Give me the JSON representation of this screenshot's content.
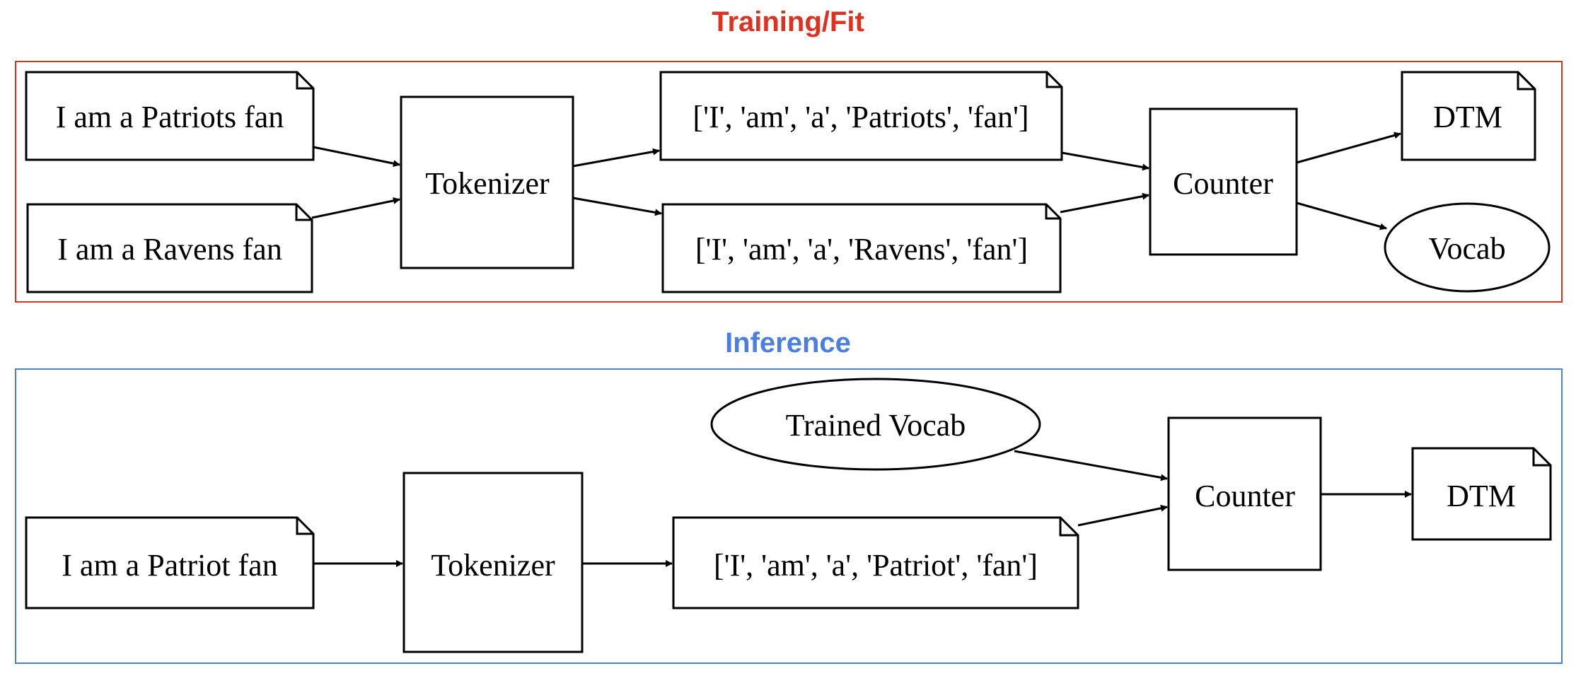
{
  "colors": {
    "training": "#e0301e",
    "inference": "#4a7fe0"
  },
  "training": {
    "title": "Training/Fit",
    "input1": "I am a Patriots fan",
    "input2": "I am a Ravens fan",
    "tokenizer": "Tokenizer",
    "tokens1": "['I', 'am', 'a', 'Patriots', 'fan']",
    "tokens2": "['I', 'am', 'a', 'Ravens', 'fan']",
    "counter": "Counter",
    "dtm": "DTM",
    "vocab": "Vocab"
  },
  "inference": {
    "title": "Inference",
    "input": "I am a Patriot fan",
    "tokenizer": "Tokenizer",
    "tokens": "['I', 'am', 'a', 'Patriot', 'fan']",
    "trained_vocab": "Trained Vocab",
    "counter": "Counter",
    "dtm": "DTM"
  }
}
